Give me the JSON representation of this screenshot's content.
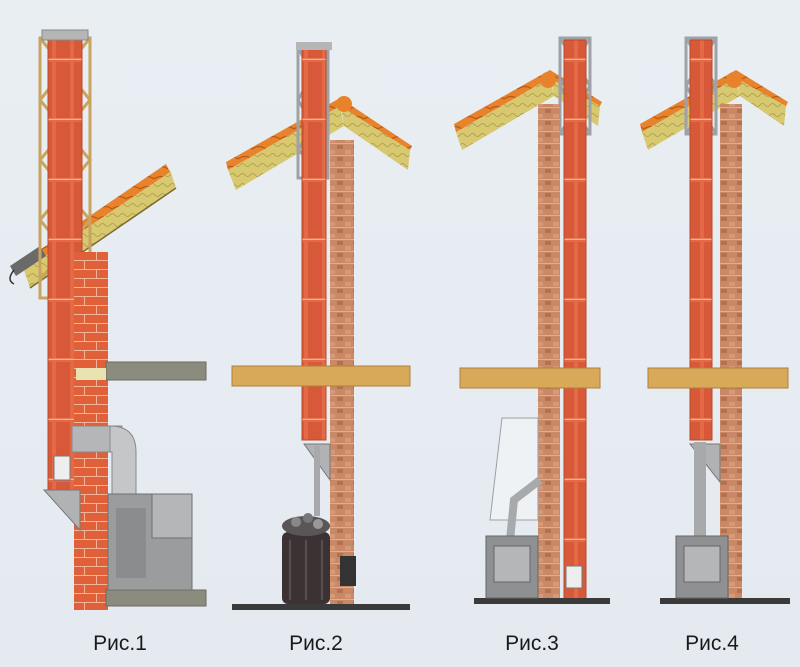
{
  "figures": [
    {
      "id": "fig1",
      "caption": "Рис.1"
    },
    {
      "id": "fig2",
      "caption": "Рис.2"
    },
    {
      "id": "fig3",
      "caption": "Рис.3"
    },
    {
      "id": "fig4",
      "caption": "Рис.4"
    }
  ],
  "colors": {
    "brick": "#e0603a",
    "brick_dark": "#c44a2a",
    "masonry": "#c98866",
    "masonry_dark": "#a8674a",
    "beam": "#d9a95a",
    "frame": "#c8a460",
    "tile": "#e8832c",
    "insulation": "#d8c870",
    "metal": "#a7a9ab",
    "stove": "#9a9c9e",
    "floor": "#3a3a3a",
    "slab": "#8c8c7e"
  }
}
